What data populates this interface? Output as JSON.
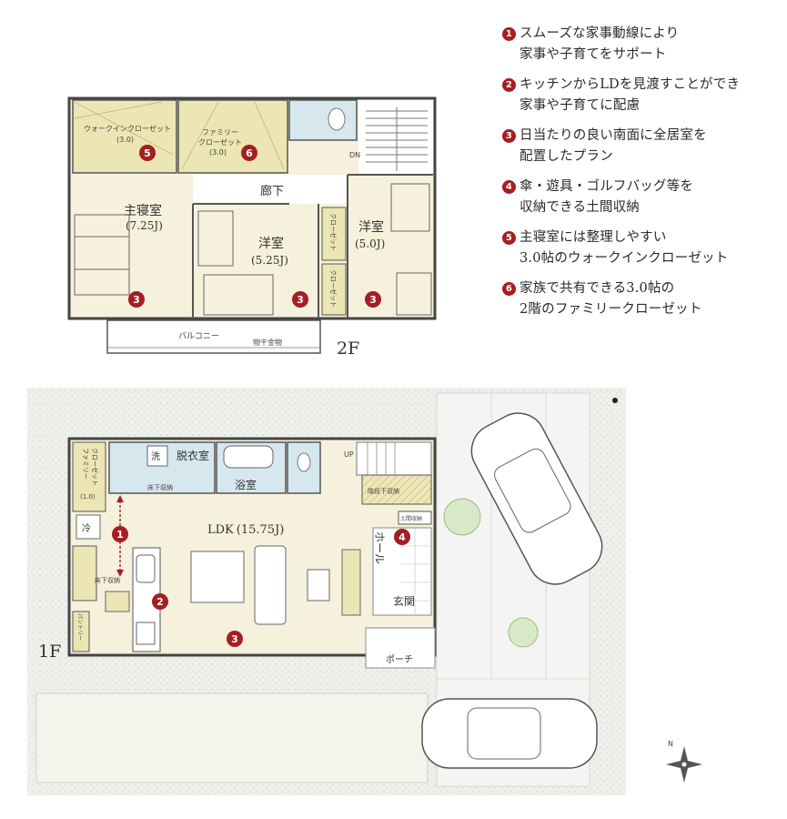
{
  "features": [
    {
      "num": "1",
      "line1": "スムーズな家事動線により",
      "line2": "家事や子育てをサポート"
    },
    {
      "num": "2",
      "line1": "キッチンからLDを見渡すことができ",
      "line2": "家事や子育てに配慮"
    },
    {
      "num": "3",
      "line1": "日当たりの良い南面に全居室を",
      "line2": "配置したプラン"
    },
    {
      "num": "4",
      "line1": "傘・遊具・ゴルフバッグ等を",
      "line2": "収納できる土間収納"
    },
    {
      "num": "5",
      "line1": "主寝室には整理しやすい",
      "line2": "3.0帖のウォークインクローゼット"
    },
    {
      "num": "6",
      "line1": "家族で共有できる3.0帖の",
      "line2": "2階のファミリークローゼット"
    }
  ],
  "floor2": {
    "label": "2F",
    "walkin_closet": "ウォークインクローゼット",
    "walkin_size": "(3.0)",
    "family_closet_1": "ファミリー",
    "family_closet_2": "クローゼット",
    "family_size": "(3.0)",
    "hallway": "廊下",
    "dn": "DN",
    "master_bedroom": "主寝室",
    "master_size": "(7.25J)",
    "room_a": "洋室",
    "room_a_size": "(5.25J)",
    "room_b": "洋室",
    "room_b_size": "(5.0J)",
    "closet_v": "クローゼット",
    "balcony": "バルコニー",
    "drying_rack": "物干金物"
  },
  "floor1": {
    "label": "1F",
    "family_closet_1": "ファミリー",
    "family_closet_2": "クローゼット",
    "family_closet_size": "(1.0)",
    "washer": "洗",
    "dressing": "脱衣室",
    "underfloor_1": "床下収納",
    "bath": "浴室",
    "up": "UP",
    "under_stairs": "階段下収納",
    "fridge": "冷",
    "underfloor_2": "床下収納",
    "ldk": "LDK",
    "ldk_size": "(15.75J)",
    "earth_storage": "土間収納",
    "hall": "ホール",
    "entrance": "玄関",
    "porch": "ポーチ",
    "pantry": "パントリー"
  },
  "markers": [
    "1",
    "2",
    "3",
    "4",
    "5",
    "6"
  ],
  "compass": "N",
  "colors": {
    "accent": "#a41e22",
    "room": "#f6f1dc",
    "closet": "#ece5b4",
    "bath": "#d7e7ee",
    "ground": "#eceeea",
    "lawn": "#f1f5ec"
  }
}
